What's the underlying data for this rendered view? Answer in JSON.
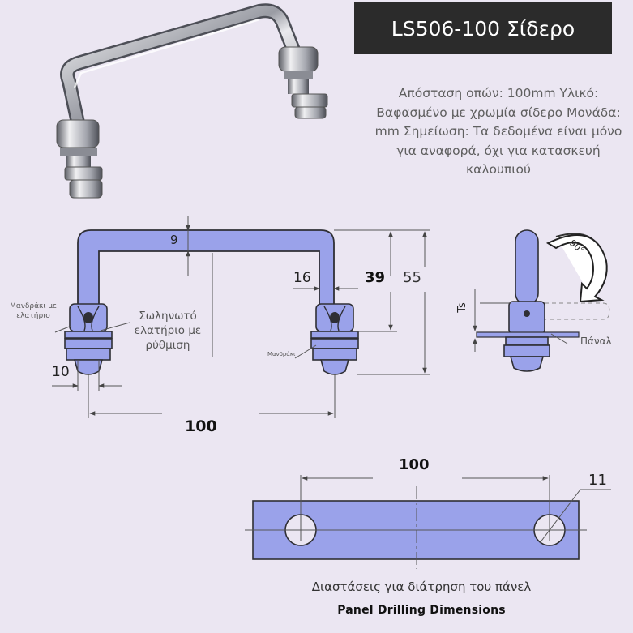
{
  "title": "LS506-100 Σίδερο",
  "description": "Απόσταση οπών: 100mm Υλικό: Βαφασμένο με χρωμία σίδερο Μονάδα: mm Σημείωση: Τα δεδομένα είναι μόνο για αναφορά, όχι για κατασκευή καλουπιού",
  "front_view": {
    "dim_top_thickness": "9",
    "dim_inner": "16",
    "dim_height_inner": "39",
    "dim_height_total": "55",
    "dim_base": "10",
    "dim_hole_spacing": "100",
    "label_spring_washer": "Μανδράκι με ελατήριο",
    "label_spring_adjust": "Σωληνωτό ελατήριο με ρύθμιση",
    "label_washer": "Μανδράκι"
  },
  "side_view": {
    "rotation": "90°",
    "label_ts": "Ts",
    "label_panel": "Πάναλ"
  },
  "panel_drilling": {
    "dim_spacing": "100",
    "dim_hole_diameter": "11",
    "caption_greek": "Διαστάσεις για διάτρηση του πάνελ",
    "caption_english": "Panel Drilling Dimensions"
  },
  "colors": {
    "part_fill": "#9aa2ea",
    "outline": "#333333",
    "title_bg": "#2b2b2b"
  }
}
